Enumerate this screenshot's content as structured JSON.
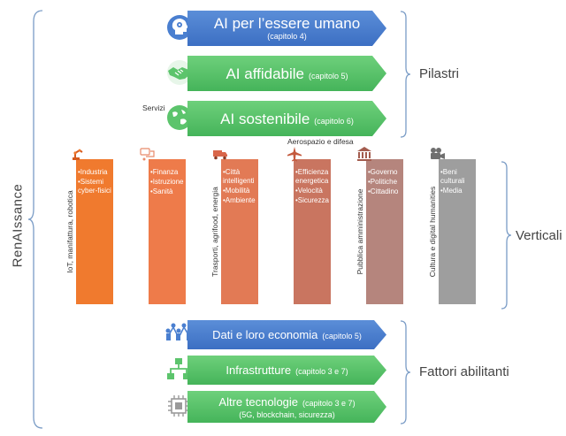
{
  "renaissance_label": "RenAIssance",
  "groups": {
    "pillars": "Pilastri",
    "verticals": "Verticali",
    "enablers": "Fattori abilitanti"
  },
  "pillars": [
    {
      "title": "AI per l’essere umano",
      "sub": "(capitolo 4)",
      "color": "#4a7fd0"
    },
    {
      "title": "AI affidabile",
      "sub": "(capitolo 5)",
      "color": "#55c067"
    },
    {
      "title": "AI sostenibile",
      "sub": "(capitolo 6)",
      "color": "#55c067"
    }
  ],
  "verticals": [
    {
      "title": "IoT, manifattura, robotica",
      "items": [
        "•Industria",
        "•Sistemi cyber-fisici"
      ],
      "color": "#f07a2e",
      "icon": "robot-arm-icon"
    },
    {
      "title": "Servizi",
      "items": [
        "•Finanza",
        "•Istruzione",
        "•Sanità"
      ],
      "color": "#ee7b4a",
      "icon": "services-icon"
    },
    {
      "title": "Trasporti, agrifood, energia",
      "items": [
        "•Città intelligenti",
        "•Mobilità",
        "•Ambiente"
      ],
      "color": "#e27a55",
      "icon": "truck-icon"
    },
    {
      "title": "Aerospazio e difesa",
      "items": [
        "•Efficienza energetica",
        "•Velocità",
        "•Sicurezza"
      ],
      "color": "#c97560",
      "icon": "airplane-icon"
    },
    {
      "title": "Pubblica amministrazione",
      "items": [
        "•Governo",
        "•Politiche",
        "•Cittadino"
      ],
      "color": "#b5857d",
      "icon": "government-building-icon"
    },
    {
      "title": "Cultura e digital humanities",
      "items": [
        "•Beni culturali",
        "•Media"
      ],
      "color": "#9e9e9e",
      "icon": "movie-camera-icon"
    }
  ],
  "enablers": [
    {
      "title": "Dati e loro economia",
      "sub": "(capitolo 5)",
      "color": "#4a7fd0"
    },
    {
      "title": "Infrastrutture",
      "sub": "(capitolo 3 e 7)",
      "color": "#55c067"
    },
    {
      "title": "Altre tecnologie",
      "sub": "(capitolo 3 e 7)",
      "sub2": "(5G, blockchain, sicurezza)",
      "color": "#55c067"
    }
  ]
}
